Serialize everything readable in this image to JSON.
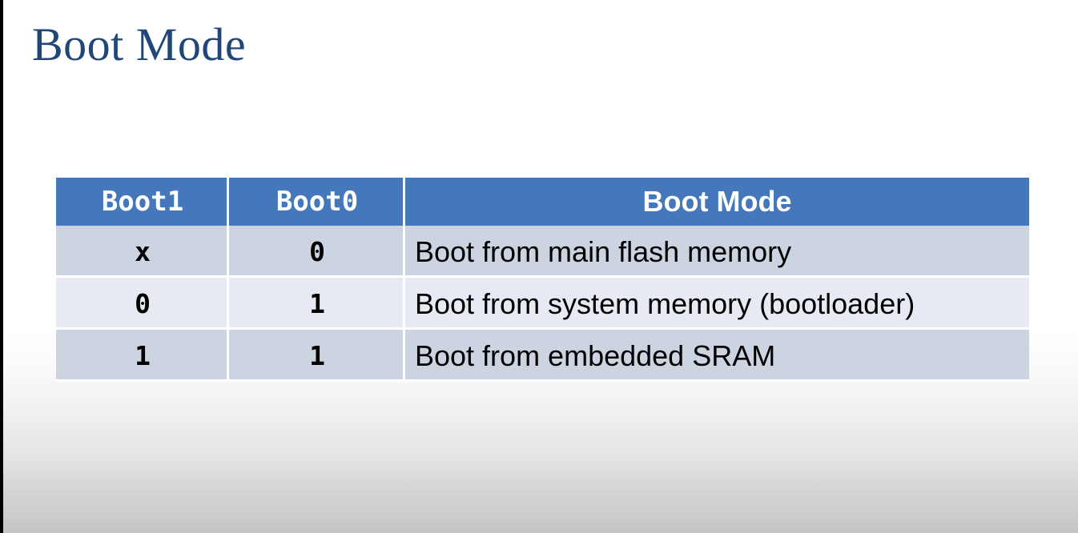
{
  "slide": {
    "title": "Boot Mode",
    "title_color": "#214778",
    "background_top_color": "#ffffff",
    "background_bottom_color": "#c4c5c7",
    "border_color": "#000000"
  },
  "table": {
    "header_bg_color": "#4578ba",
    "header_text_color": "#ffffff",
    "row_dark_color": "#ccd4e2",
    "row_light_color": "#e7eaf3",
    "gridline_color": "#ffffff",
    "columns": [
      "Boot1",
      "Boot0",
      "Boot Mode"
    ],
    "rows": [
      {
        "boot1": "x",
        "boot0": "0",
        "mode": "Boot from main flash memory"
      },
      {
        "boot1": "0",
        "boot0": "1",
        "mode": "Boot from system memory (bootloader)"
      },
      {
        "boot1": "1",
        "boot0": "1",
        "mode": "Boot from embedded SRAM"
      }
    ]
  }
}
